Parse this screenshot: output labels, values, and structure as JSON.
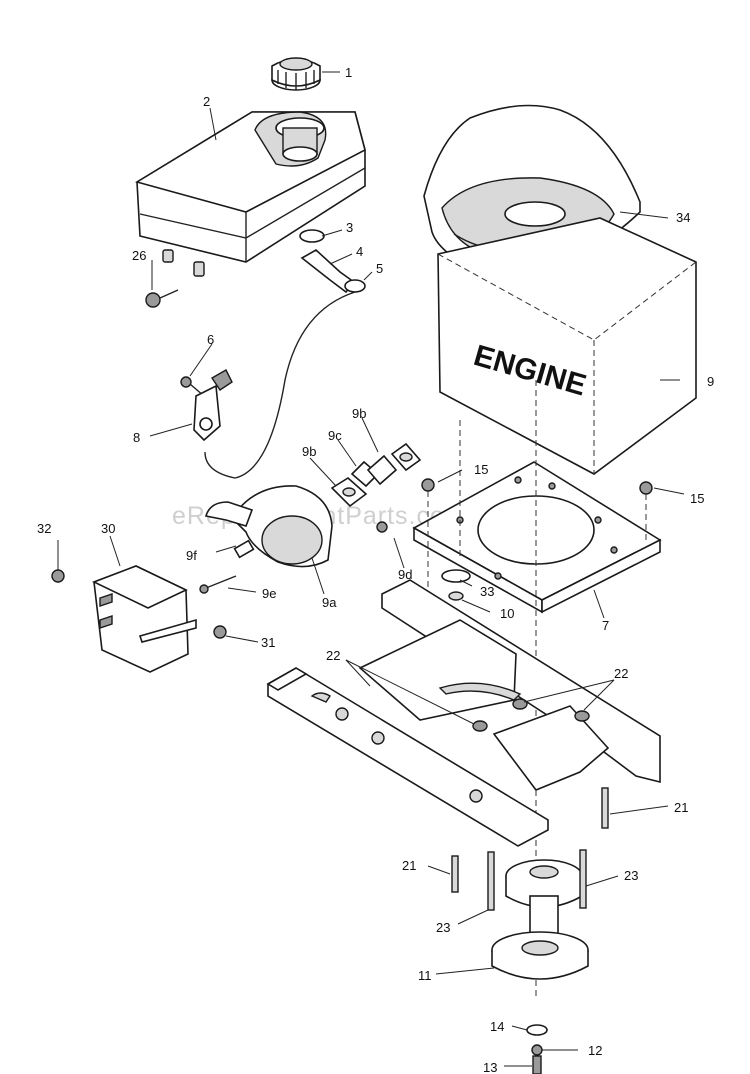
{
  "diagram": {
    "engine_label": "ENGINE",
    "watermark": "eReplacementParts.com",
    "callouts": {
      "c1": "1",
      "c2": "2",
      "c3": "3",
      "c4": "4",
      "c5": "5",
      "c6": "6",
      "c7": "7",
      "c8": "8",
      "c9": "9",
      "c9a": "9a",
      "c9b_left": "9b",
      "c9b_top": "9b",
      "c9c": "9c",
      "c9d": "9d",
      "c9e": "9e",
      "c9f": "9f",
      "c10": "10",
      "c11": "11",
      "c12": "12",
      "c13": "13",
      "c14": "14",
      "c15_left": "15",
      "c15_right": "15",
      "c21_right": "21",
      "c21_left": "21",
      "c22_left": "22",
      "c22_right": "22",
      "c23_left": "23",
      "c23_right": "23",
      "c26": "26",
      "c30": "30",
      "c31": "31",
      "c32": "32",
      "c33": "33",
      "c34": "34"
    }
  }
}
